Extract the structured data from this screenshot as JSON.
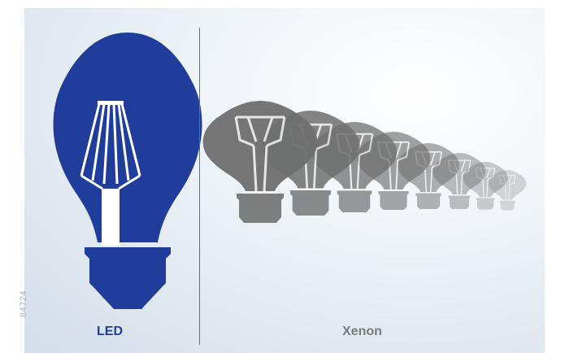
{
  "labels": {
    "led": "LED",
    "xenon": "Xenon",
    "figure_number": "84724"
  },
  "colors": {
    "led_bulb": "#1f3e9c",
    "led_filament": "#ffffff",
    "xenon_bulb": "#6f6f6f",
    "xenon_base": "#777777",
    "divider": "#6b6b6b"
  },
  "icons": {
    "led": "led-bulb-icon",
    "xenon": "xenon-bulb-icon"
  },
  "xenon_bulb_count": 8
}
